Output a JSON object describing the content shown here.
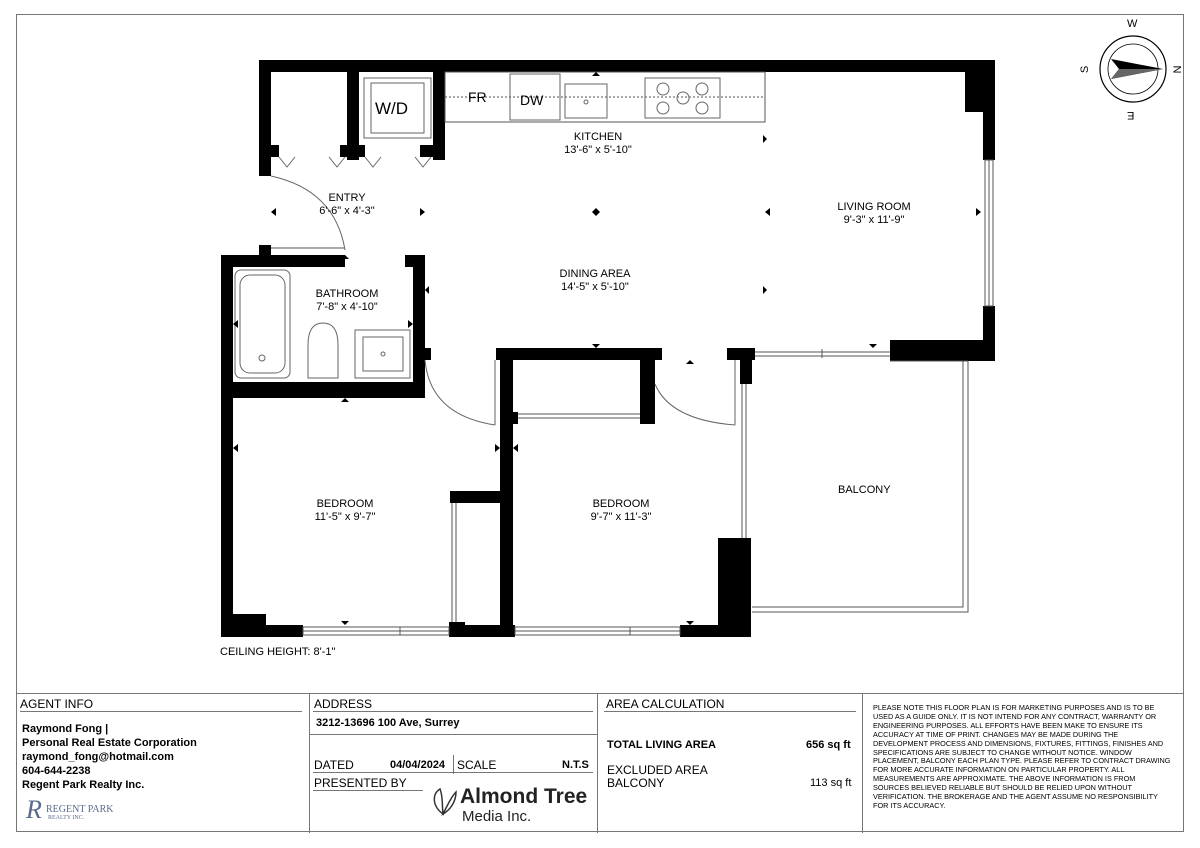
{
  "plan": {
    "rooms": {
      "kitchen": {
        "name": "KITCHEN",
        "dims": "13'-6\" x 5'-10\""
      },
      "living": {
        "name": "LIVING ROOM",
        "dims": "9'-3\" x 11'-9\""
      },
      "entry": {
        "name": "ENTRY",
        "dims": "6'-6\" x 4'-3\""
      },
      "dining": {
        "name": "DINING AREA",
        "dims": "14'-5\" x 5'-10\""
      },
      "bathroom": {
        "name": "BATHROOM",
        "dims": "7'-8\" x 4'-10\""
      },
      "bedroom1": {
        "name": "BEDROOM",
        "dims": "11'-5\" x 9'-7\""
      },
      "bedroom2": {
        "name": "BEDROOM",
        "dims": "9'-7\" x 11'-3\""
      },
      "balcony": {
        "name": "BALCONY"
      }
    },
    "appliances": {
      "wd": "W/D",
      "fr": "FR",
      "dw": "DW"
    },
    "ceiling_height": "CEILING HEIGHT: 8'-1\"",
    "compass": {
      "n": "N",
      "s": "S",
      "e": "E",
      "w": "W"
    }
  },
  "info": {
    "agent_header": "AGENT INFO",
    "agent_lines": [
      "Raymond Fong |",
      "Personal Real Estate Corporation",
      "raymond_fong@hotmail.com",
      "604-644-2238",
      "Regent Park Realty Inc."
    ],
    "agent_logo_initial": "R",
    "agent_logo_line1": "REGENT PARK",
    "agent_logo_line2": "REALTY INC.",
    "address_header": "ADDRESS",
    "address": "3212-13696 100 Ave, Surrey",
    "dated_label": "DATED",
    "dated_value": "04/04/2024",
    "scale_label": "SCALE",
    "scale_value": "N.T.S",
    "presented_label": "PRESENTED BY",
    "presenter_name": "Almond Tree",
    "presenter_sub": "Media Inc.",
    "area_header": "AREA CALCULATION",
    "total_label": "TOTAL LIVING AREA",
    "total_value": "656 sq ft",
    "excluded_label": "EXCLUDED AREA",
    "balcony_label": "BALCONY",
    "balcony_value": "113 sq ft",
    "disclaimer": "PLEASE NOTE THIS FLOOR PLAN IS FOR MARKETING PURPOSES AND IS TO BE USED AS A GUIDE ONLY. IT IS NOT INTEND FOR ANY CONTRACT, WARRANTY OR ENGINEERING PURPOSES. ALL EFFORTS HAVE BEEN MAKE TO ENSURE ITS ACCURACY AT TIME OF PRINT. CHANGES MAY BE MADE DURING THE DEVELOPMENT PROCESS AND DIMENSIONS, FIXTURES, FITTINGS, FINISHES AND SPECIFICATIONS ARE SUBJECT TO CHANGE WITHOUT NOTICE. WINDOW PLACEMENT, BALCONY EACH PLAN TYPE. PLEASE REFER TO CONTRACT DRAWING FOR MORE ACCURATE INFORMATION ON PARTICULAR PROPERTY. ALL MEASUREMENTS ARE APPROXIMATE. THE ABOVE INFORMATION IS FROM SOURCES BELIEVED RELIABLE BUT SHOULD BE RELIED UPON WITHOUT VERIFICATION. THE BROKERAGE AND THE AGENT ASSUME NO RESPONSIBILITY FOR ITS ACCURACY."
  }
}
